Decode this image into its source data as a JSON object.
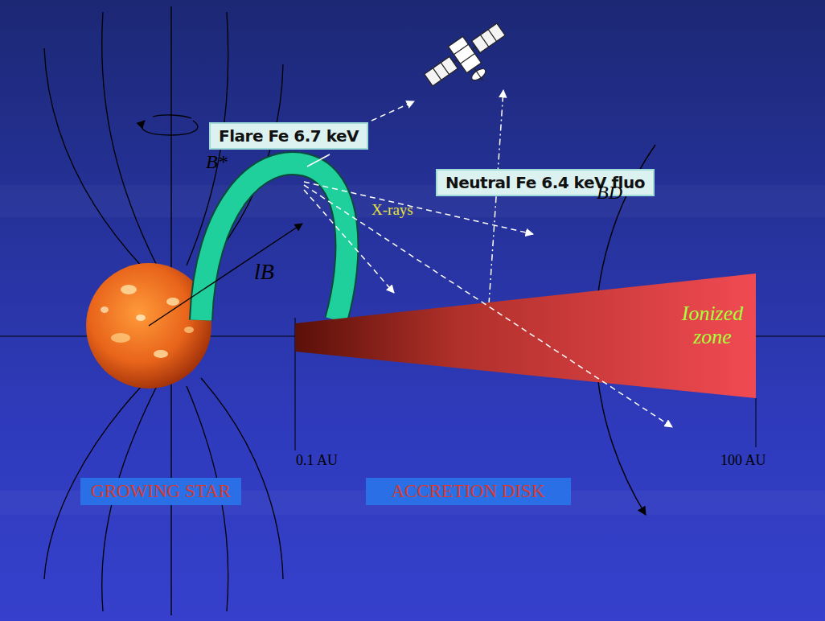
{
  "diagram": {
    "nodes": [
      {
        "text": [
          "Flare Fe 6.7 keV"
        ]
      },
      {
        "text": [
          "Neutral Fe 6.4 keV fluo"
        ]
      },
      {
        "text": [
          "Ionized zone"
        ]
      },
      {
        "text": [
          "GROWING STAR"
        ]
      },
      {
        "text": [
          "ACCRETION DISK"
        ]
      }
    ],
    "labels": [
      "B*",
      "X-rays",
      "lB",
      "BD",
      "0.1 AU",
      "100 AU"
    ]
  }
}
